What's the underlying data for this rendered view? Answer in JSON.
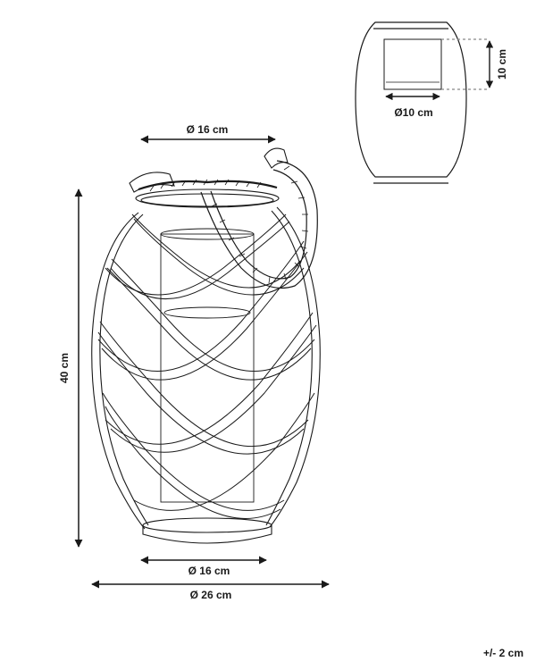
{
  "dimensions": {
    "top_diameter": "Ø 16 cm",
    "bottom_diameter": "Ø 16 cm",
    "overall_diameter": "Ø 26 cm",
    "height": "40 cm",
    "insert_height": "10 cm",
    "insert_diameter": "Ø10 cm"
  },
  "tolerance": "+/- 2 cm",
  "colors": {
    "line": "#1a1a1a",
    "dashed": "#888888"
  }
}
